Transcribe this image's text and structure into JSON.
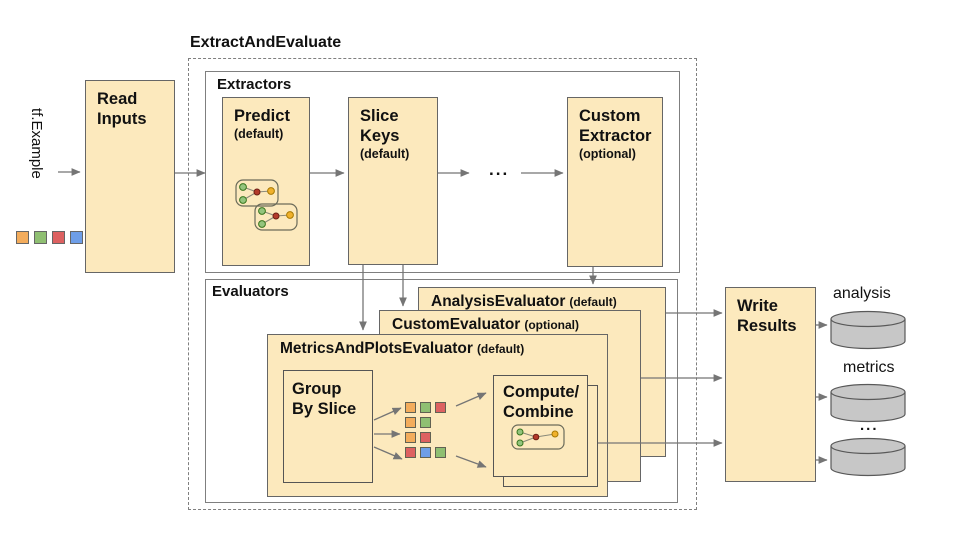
{
  "pipeline": {
    "title": "ExtractAndEvaluate"
  },
  "input": {
    "label": "tf.Example"
  },
  "read_inputs": {
    "line1": "Read",
    "line2": "Inputs"
  },
  "extractors": {
    "title": "Extractors",
    "predict": {
      "name": "Predict",
      "qualifier": "(default)"
    },
    "slice_keys": {
      "line1": "Slice",
      "line2": "Keys",
      "qualifier": "(default)"
    },
    "ellipsis": "...",
    "custom": {
      "line1": "Custom",
      "line2": "Extractor",
      "qualifier": "(optional)"
    }
  },
  "evaluators": {
    "title": "Evaluators",
    "analysis": {
      "name": "AnalysisEvaluator",
      "qualifier": "(default)"
    },
    "custom": {
      "name": "CustomEvaluator",
      "qualifier": "(optional)"
    },
    "metrics_and_plots": {
      "name": "MetricsAndPlotsEvaluator",
      "qualifier": "(default)"
    },
    "group_by_slice": {
      "line1": "Group",
      "line2": "By Slice"
    },
    "compute_combine": {
      "line1": "Compute/",
      "line2": "Combine"
    }
  },
  "write_results": {
    "line1": "Write",
    "line2": "Results"
  },
  "outputs": {
    "analysis_label": "analysis",
    "metrics_label": "metrics",
    "more_label": "..."
  },
  "input_squares": [
    [
      "orange",
      "green",
      "red",
      "blue"
    ]
  ],
  "slice_grid": [
    [
      "orange",
      "green",
      "red"
    ],
    [
      "orange",
      "green"
    ],
    [
      "orange",
      "red"
    ],
    [
      "red",
      "blue",
      "green"
    ]
  ],
  "colors": {
    "box_fill": "#FCE9BD",
    "cylinder_fill": "#C7C7C7",
    "orange": "#F3AC5C",
    "green": "#8FBF72",
    "red": "#DD6161",
    "blue": "#6E9EE8"
  }
}
